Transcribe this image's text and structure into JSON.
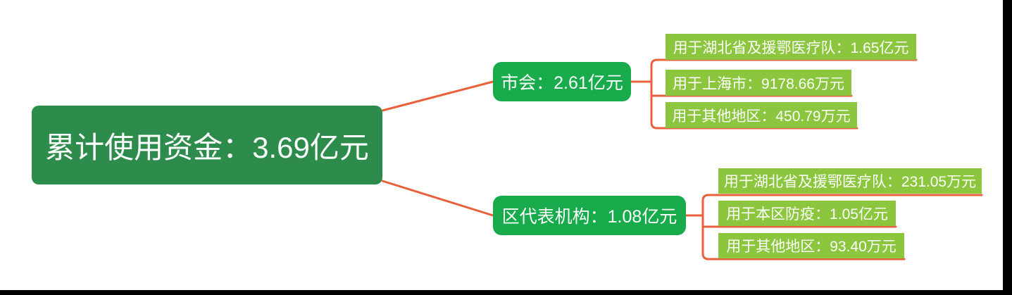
{
  "diagram": {
    "type": "mindmap-tree",
    "root": {
      "label": "累计使用资金：3.69亿元"
    },
    "branches": [
      {
        "label": "市会：2.61亿元",
        "children": [
          "用于湖北省及援鄂医疗队：1.65亿元",
          "用于上海市：9178.66万元",
          "用于其他地区：450.79万元"
        ]
      },
      {
        "label": "区代表机构：1.08亿元",
        "children": [
          "用于湖北省及援鄂医疗队：231.05万元",
          "用于本区防疫：1.05亿元",
          "用于其他地区：93.40万元"
        ]
      }
    ],
    "colors": {
      "root_fill": "#2d8c4b",
      "branch_fill": "#18ab4c",
      "leaf_fill": "#8cc63f",
      "connector_line": "#e8603c",
      "edge_bars": "#000000",
      "text": "#ffffff",
      "background": "#ffffff"
    }
  }
}
